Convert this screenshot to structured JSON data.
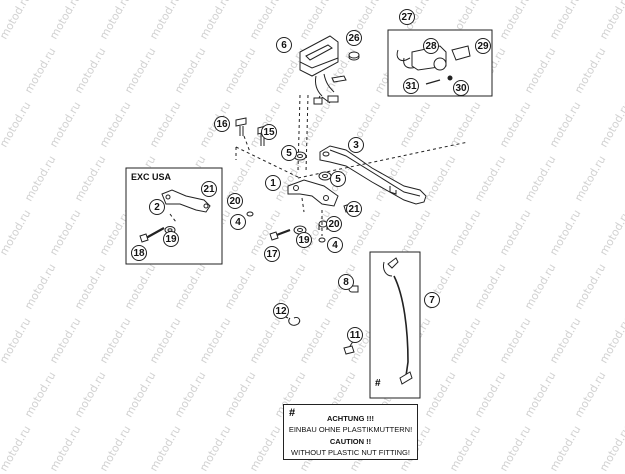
{
  "watermark": "motod.ru",
  "callouts": {
    "c1": "1",
    "c2": "2",
    "c3": "3",
    "c4a": "4",
    "c4b": "4",
    "c5a": "5",
    "c5b": "5",
    "c6": "6",
    "c7": "7",
    "c8": "8",
    "c11": "11",
    "c12": "12",
    "c15": "15",
    "c16": "16",
    "c17": "17",
    "c18": "18",
    "c19a": "19",
    "c19b": "19",
    "c20a": "20",
    "c20b": "20",
    "c21a": "21",
    "c21b": "21",
    "c26": "26",
    "c27": "27",
    "c28": "28",
    "c29": "29",
    "c30": "30",
    "c31": "31"
  },
  "inset_label": "EXC USA",
  "note": {
    "symbol": "#",
    "line1": "ACHTUNG !!!",
    "line2": "EINBAU OHNE PLASTIKMUTTERN!",
    "line3": "CAUTION !!",
    "line4": "WITHOUT PLASTIC NUT FITTING!"
  },
  "hash_mark": "#"
}
